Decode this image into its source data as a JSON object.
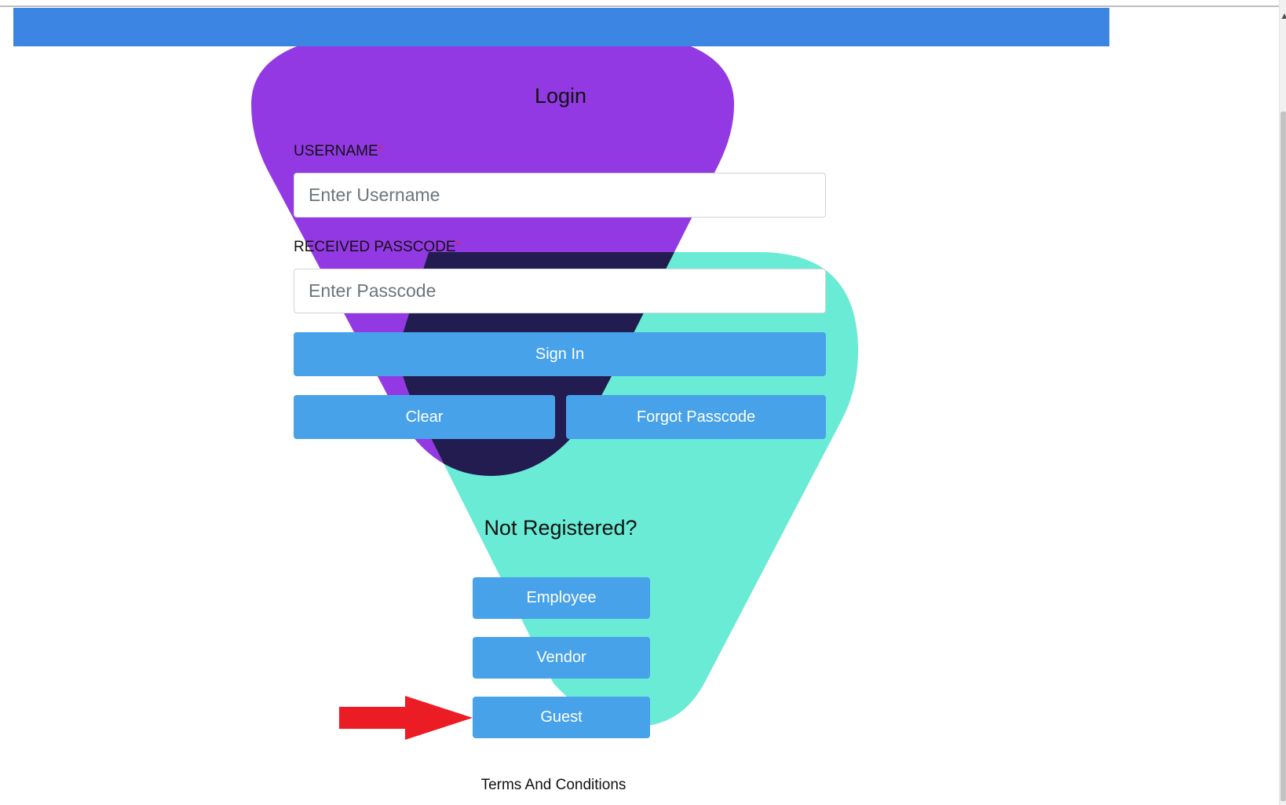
{
  "login": {
    "title": "Login",
    "username_label": "USERNAME",
    "username_placeholder": "Enter Username",
    "passcode_label": "RECEIVED PASSCODE",
    "passcode_placeholder": "Enter Passcode",
    "required_mark": "*",
    "sign_in_label": "Sign In",
    "clear_label": "Clear",
    "forgot_label": "Forgot Passcode"
  },
  "register": {
    "title": "Not Registered?",
    "employee_label": "Employee",
    "vendor_label": "Vendor",
    "guest_label": "Guest"
  },
  "footer": {
    "terms_label": "Terms And Conditions"
  },
  "colors": {
    "header": "#3d85e2",
    "button": "#47a2ea",
    "shape_purple": "#9339e3",
    "shape_teal": "#6aebd5",
    "shape_overlap": "#231c50",
    "annotation_arrow": "#ec1c24",
    "required": "#e0283a"
  },
  "icons": {
    "annotation": "red-arrow-icon",
    "scroll": "scroll-up-icon"
  }
}
